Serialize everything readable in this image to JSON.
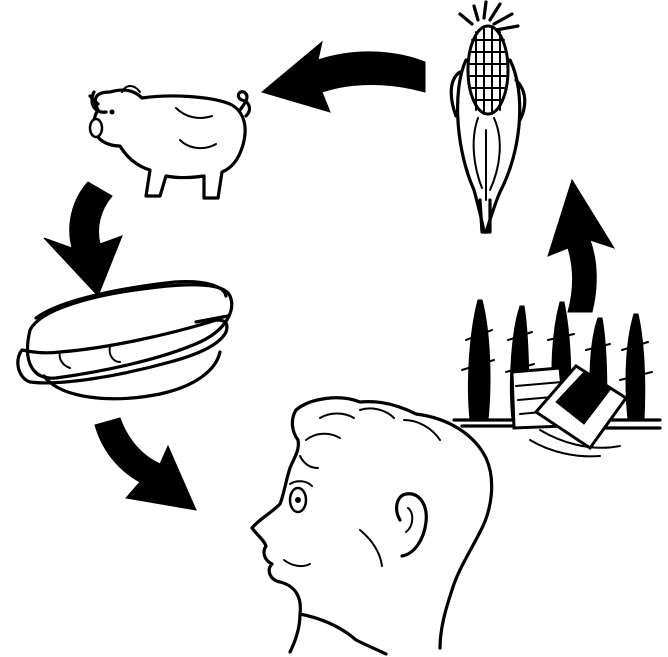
{
  "diagram": {
    "type": "cycle",
    "description_nodes": [
      "corn",
      "pig",
      "hot-dog",
      "person",
      "compost-field"
    ],
    "colors": {
      "ink": "#000000",
      "background": "#ffffff"
    },
    "icons": [
      "corn-icon",
      "pig-icon",
      "hot-dog-icon",
      "person-head-icon",
      "field-with-compost-icon",
      "cycle-arrow-icon"
    ]
  }
}
